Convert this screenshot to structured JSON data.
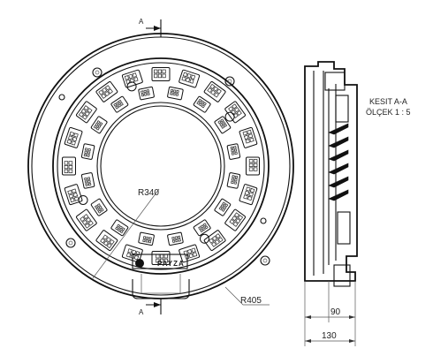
{
  "section_label": "A",
  "radius_inner_label": "R340",
  "radius_outer_label": "R405",
  "brand_text": "PAYZA",
  "section_title": "KESIT A-A",
  "scale_label": "ÖLÇEK 1 : 5",
  "dim_depth": "90",
  "dim_total": "130"
}
